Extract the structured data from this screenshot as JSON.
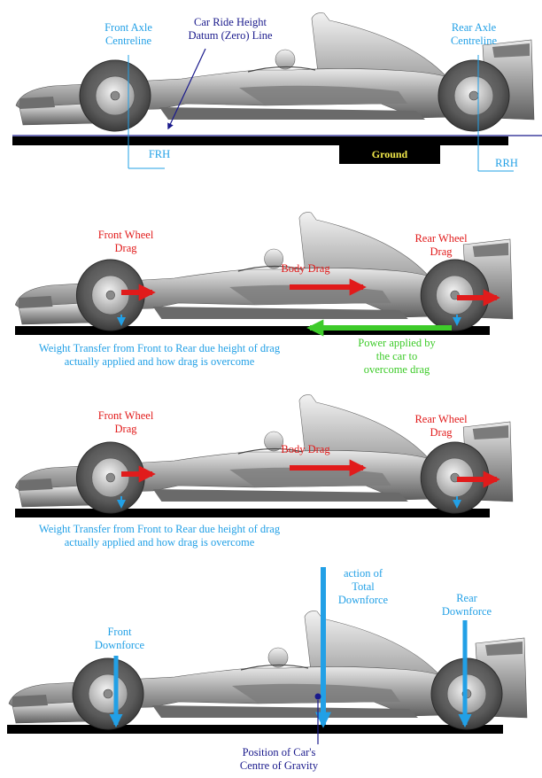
{
  "panel1": {
    "front_axle_label": [
      "Front Axle",
      "Centreline"
    ],
    "datum_label": [
      "Car Ride Height",
      "Datum (Zero) Line"
    ],
    "rear_axle_label": [
      "Rear Axle",
      "Centreline"
    ],
    "frh_label": "FRH",
    "rrh_label": "RRH",
    "ground_label": "Ground"
  },
  "panel2": {
    "front_wheel_drag": [
      "Front Wheel",
      "Drag"
    ],
    "body_drag": "Body Drag",
    "rear_wheel_drag": [
      "Rear Wheel",
      "Drag"
    ],
    "weight_transfer": [
      "Weight Transfer from Front to Rear due height of drag",
      "actually applied and how drag is overcome"
    ],
    "power_applied": [
      "Power applied by",
      "the car to",
      "overcome drag"
    ]
  },
  "panel3": {
    "front_wheel_drag": [
      "Front Wheel",
      "Drag"
    ],
    "body_drag": "Body Drag",
    "rear_wheel_drag": [
      "Rear Wheel",
      "Drag"
    ],
    "weight_transfer": [
      "Weight Transfer from Front to Rear due height of drag",
      "actually applied and how drag is overcome"
    ]
  },
  "panel4": {
    "front_downforce": [
      "Front",
      "Downforce"
    ],
    "total_downforce": [
      "action of",
      "Total",
      "Downforce"
    ],
    "rear_downforce": [
      "Rear",
      "Downforce"
    ],
    "cog": [
      "Position of Car's",
      "Centre of Gravity"
    ]
  },
  "colors": {
    "label_blue": "#22a0e6",
    "drag_red": "#e11b1b",
    "power_green": "#3ecb2a",
    "datum_navy": "#1a1a8c",
    "ground_yellow": "#f1e84a",
    "car_grey": "#8d8d8d"
  }
}
